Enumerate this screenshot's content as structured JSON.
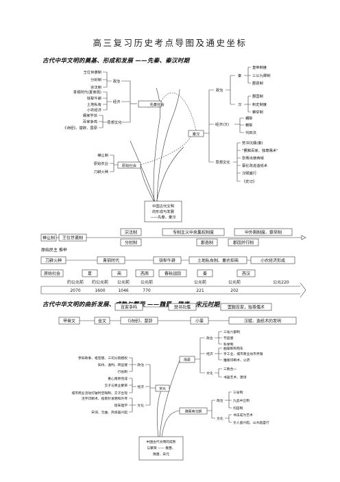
{
  "page": {
    "title": "高三复习历史考点导图及通史坐标"
  },
  "section1": {
    "heading": "古代中华文明的奠基、形成和发展 ——先秦、秦汉时期",
    "map": {
      "center": "中国古代文明的形成与发展——先秦、秦汉",
      "center_lines": [
        "中国古代文明",
        "的形成与发展",
        "——先秦、秦汉"
      ],
      "pre_qin": "先秦社会",
      "qin_han": "秦汉",
      "primitive": "原始社会",
      "politics_label": "政治",
      "economy_label": "经济",
      "culture_label": "思想文化",
      "pre_qin_politics": [
        "王位世袭制",
        "分封制",
        "宗法制"
      ],
      "pre_qin_economy": [
        "青铜时代(夏商周)",
        "铁犁牛耕",
        "土地私有",
        "小农经济"
      ],
      "pre_qin_culture": [
        "儒家学派",
        "百家争鸣",
        "《诗经》、楚辞、屈原"
      ],
      "primitive_items": [
        "禅让制",
        "原始农业",
        "刀耕火种"
      ],
      "qin_label": "秦",
      "han_label": "汉",
      "qin_items": [
        "皇帝制度",
        "三公九卿制",
        "郡县制"
      ],
      "han_items": [
        "郡国制",
        "刺史制度",
        "察举制"
      ],
      "han_economy_label": "经济(汉)",
      "han_economy": [
        "耦犁",
        "耧犁",
        "代田法"
      ],
      "han_culture": [
        "焚书坑儒(秦)",
        "\"罢黜百家，独尊儒术\"",
        "张骞出使西域",
        "蔡伦改进造纸术",
        "汉赋盛行",
        "《史记》"
      ]
    },
    "timeline": {
      "top_boxes": [
        "禅让制",
        "王位世袭制",
        "宗法制",
        "专制主义中央集权制度",
        "中外朝制度、察举制",
        "分封制",
        "郡县制",
        "郡国并行制"
      ],
      "side_label": "原始民主 推举",
      "mid_boxes": [
        "刀耕火种",
        "青铜时代",
        "铁犁牛耕",
        "土地私有制、重农抑商",
        "小农经济形成"
      ],
      "periods": [
        "原始社会",
        "夏",
        "商",
        "西周",
        "春秋战国",
        "秦",
        "西汉"
      ],
      "dates": [
        [
          "约公元前",
          "2070"
        ],
        [
          "约公元前",
          "1600"
        ],
        [
          "公元前",
          "1046"
        ],
        [
          "公元前",
          "770"
        ],
        [
          "公元前",
          "221"
        ],
        [
          "公元前",
          "202"
        ],
        [
          "公元220",
          ""
        ]
      ],
      "bottom_boxes_row1": [
        "百家争鸣",
        "焚书坑儒",
        "罢黜百家，独尊儒术"
      ],
      "bottom_boxes_row2": [
        "甲骨文",
        "金文",
        "《诗经》、楚辞",
        "小篆",
        "汉赋、造纸术的发明"
      ]
    }
  },
  "section2": {
    "heading": "古代中华文明的曲折发展、成熟与繁荣 ——魏晋、隋唐、宋元时期",
    "map": {
      "center": "中国古代文明的成熟与繁荣——魏晋、隋唐、宋元",
      "center_lines": [
        "中国古代文明的成熟",
        "与繁荣 —— 魏晋、",
        "隋唐、宋元"
      ],
      "sui_tang": "隋唐",
      "song_yuan": "宋元",
      "wei_jin": "魏晋南北朝",
      "politics_label": "政治",
      "economy_label": "经济",
      "culture_label": "文化",
      "sui_tang_politics": [
        "三省六部制",
        "节度使",
        "科举制"
      ],
      "sui_tang_economy": [
        "曲辕犁和筒车",
        "手工业、城市商业坊市界限",
        "雕版印刷术、火药"
      ],
      "sui_tang_culture": [
        "三教合一",
        "书画艺术、唐诗"
      ],
      "song_politics": [
        "参知政事、枢密使、三司分割相权",
        "知州、通判、转运使",
        "行省制"
      ],
      "song_economy": [
        "重心南移完成",
        "交子与商业繁荣",
        "城市商业活动打破时空限制、交子出现"
      ],
      "song_culture": [
        "活字印刷术、指南针发明和外传",
        "程朱理学",
        "宋词、元曲、风俗画兴起"
      ],
      "wj_politics": [
        "三省制",
        "九品中正制",
        "均田制"
      ],
      "wj_culture": [
        "书法成为艺术",
        "文人画兴起、山水画盛行"
      ]
    }
  }
}
